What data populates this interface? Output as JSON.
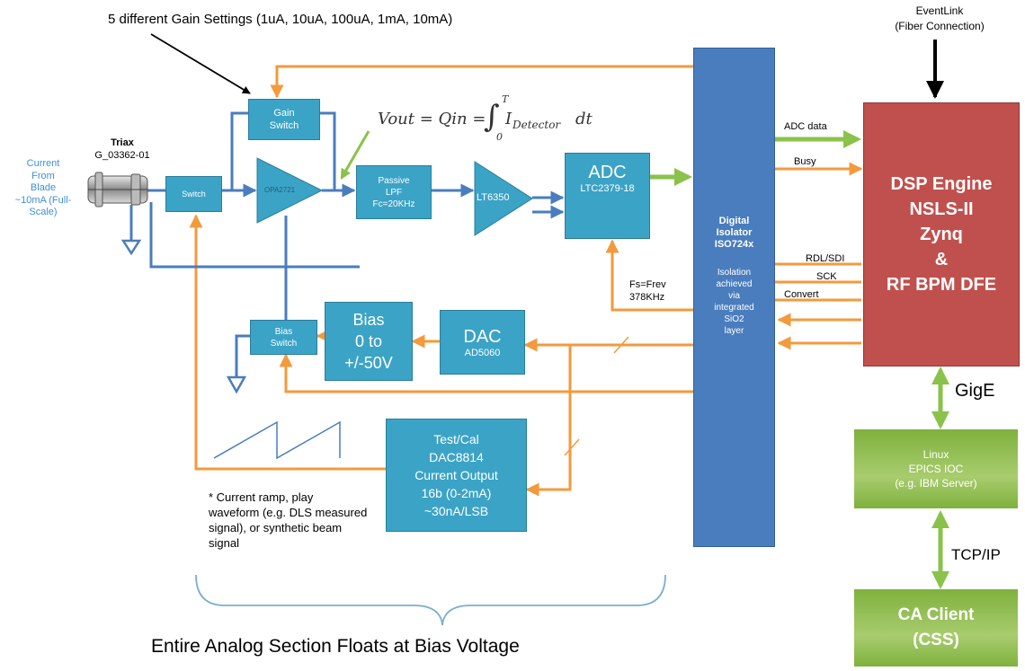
{
  "annotations": {
    "gain_settings": "5 different Gain Settings (1uA, 10uA, 100uA, 1mA, 10mA)",
    "eventlink_line1": "EventLink",
    "eventlink_line2": "(Fiber Connection)",
    "formula_lhs": "Vout = Qin =",
    "formula_integral": "∫",
    "formula_upper": "T",
    "formula_lower": "0",
    "formula_I": "I",
    "formula_sub": "Detector",
    "formula_dt": "dt",
    "triax_title": "Triax",
    "triax_part": "G_03362-01",
    "current_source": [
      "Current",
      "From",
      "Blade",
      "~10mA (Full-",
      "Scale)"
    ],
    "fs_line1": "Fs=Frev",
    "fs_line2": "378KHz",
    "ramp_note": [
      "* Current ramp, play",
      "waveform (e.g. DLS measured",
      "signal), or synthetic beam",
      "signal"
    ],
    "bottom_caption": "Entire Analog Section Floats at Bias Voltage"
  },
  "blocks": {
    "gain_switch": [
      "Gain",
      "Switch"
    ],
    "switch": "Switch",
    "amp_label": "OPA2721",
    "passive_lpf": [
      "Passive",
      "LPF",
      "Fc=20KHz"
    ],
    "lt6350": "LT6350",
    "adc_title": "ADC",
    "adc_part": "LTC2379-18",
    "bias_switch": [
      "Bias",
      "Switch"
    ],
    "bias": [
      "Bias",
      "0 to",
      "+/-50V"
    ],
    "dac_title": "DAC",
    "dac_part": "AD5060",
    "test_cal": [
      "Test/Cal",
      "DAC8814",
      "Current Output",
      "16b (0-2mA)",
      "~30nA/LSB"
    ],
    "isolator_title": [
      "Digital",
      "Isolator",
      "ISO724x"
    ],
    "isolator_desc": [
      "Isolation",
      "achieved",
      "via",
      "integrated",
      "SiO2",
      "layer"
    ],
    "dsp": [
      "DSP Engine",
      "NSLS-II",
      "Zynq",
      "&",
      "RF BPM DFE"
    ],
    "linux": [
      "Linux",
      "EPICS IOC",
      "(e.g. IBM Server)"
    ],
    "ca_client": [
      "CA Client",
      "(CSS)"
    ]
  },
  "signals": {
    "adc_data": "ADC data",
    "busy": "Busy",
    "rdl_sdi": "RDL/SDI",
    "sck": "SCK",
    "convert": "Convert",
    "gige": "GigE",
    "tcpip": "TCP/IP"
  },
  "colors": {
    "teal_block": "#3ba3c6",
    "isolator_blue": "#4a7dbd",
    "dsp_red": "#c0504d",
    "green_block": "#7fb13d",
    "orange_line": "#f39a3c",
    "blue_line": "#4a7dbd",
    "green_arrow": "#8ac24a"
  }
}
